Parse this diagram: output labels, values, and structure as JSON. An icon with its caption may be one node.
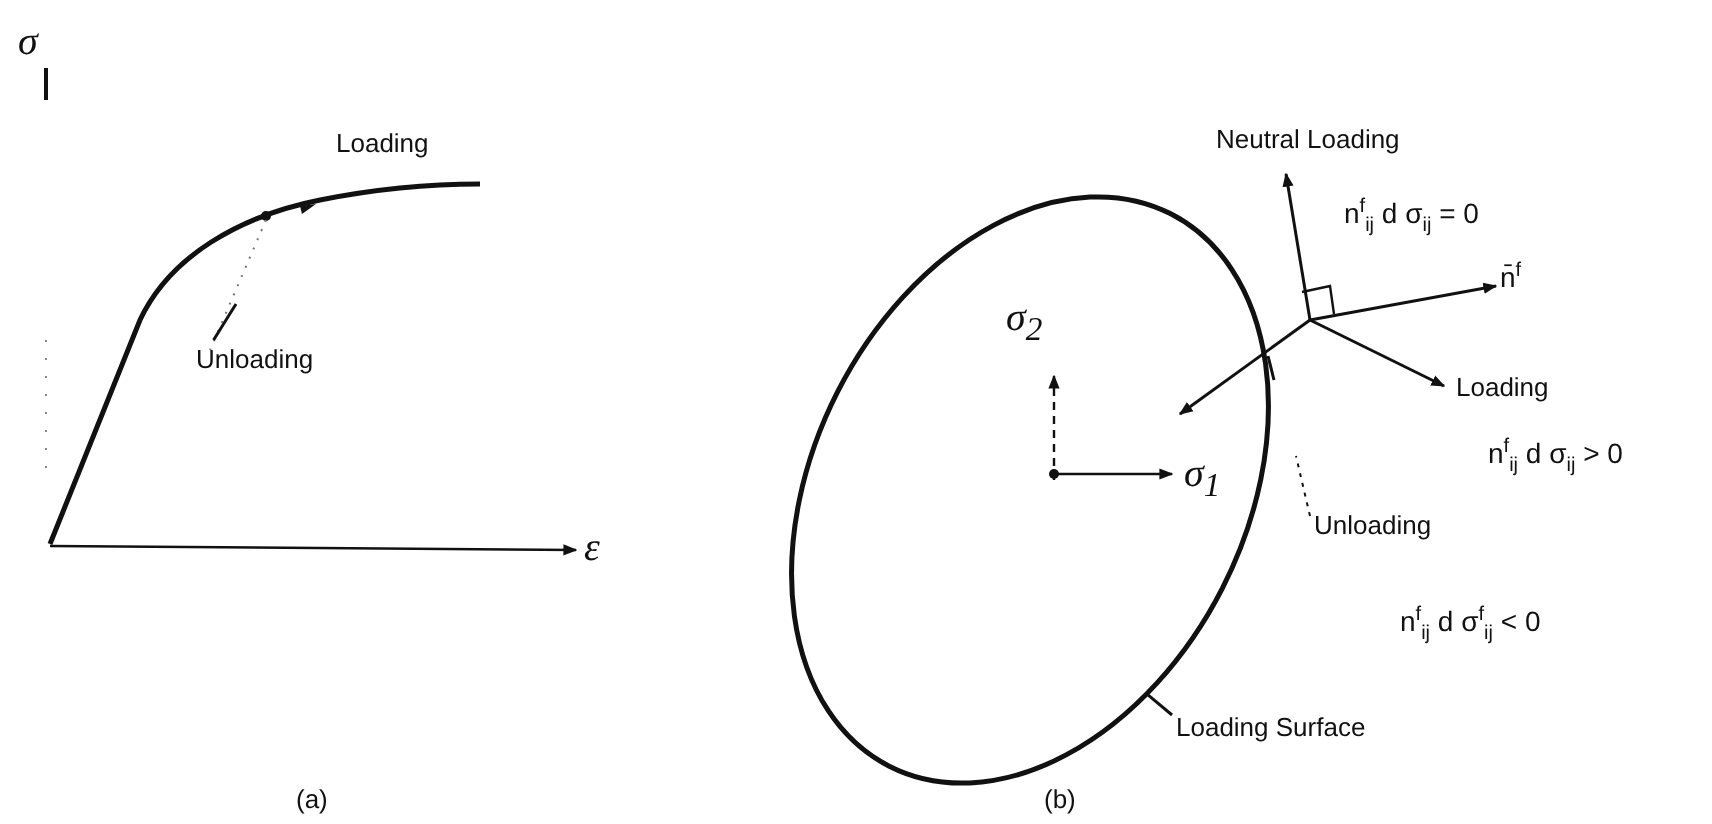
{
  "diagram": {
    "nodes": [
      {
        "text": [
          "Unloading"
        ]
      },
      {
        "text": [],
        "shape": "ellipse"
      },
      {
        "text": [
          "Unloading"
        ]
      },
      {
        "text": [
          "Loading Surface"
        ]
      }
    ],
    "edges": [
      {
        "from": 0,
        "to": null,
        "arrow": "none"
      },
      {
        "from": 2,
        "to": null,
        "arrow": "none",
        "style": "dashed"
      },
      {
        "from": 3,
        "to": 1,
        "arrow": "none"
      }
    ],
    "labels": [
      "σ",
      "Loading",
      "ε",
      "(a)",
      "Neutral Loading",
      "n$^{f}$$_{ij}$ d σ$_{ij}$ = 0",
      "n̄$^{f}$",
      "σ$_{2}$",
      "Loading",
      "σ$_{1}$",
      "n$^{f}$$_{ij}$ d σ$_{ij}$ > 0",
      "n$^{f}$$_{ij}$ d σ$^{f}$$_{ij}$ < 0",
      "(b)"
    ]
  }
}
